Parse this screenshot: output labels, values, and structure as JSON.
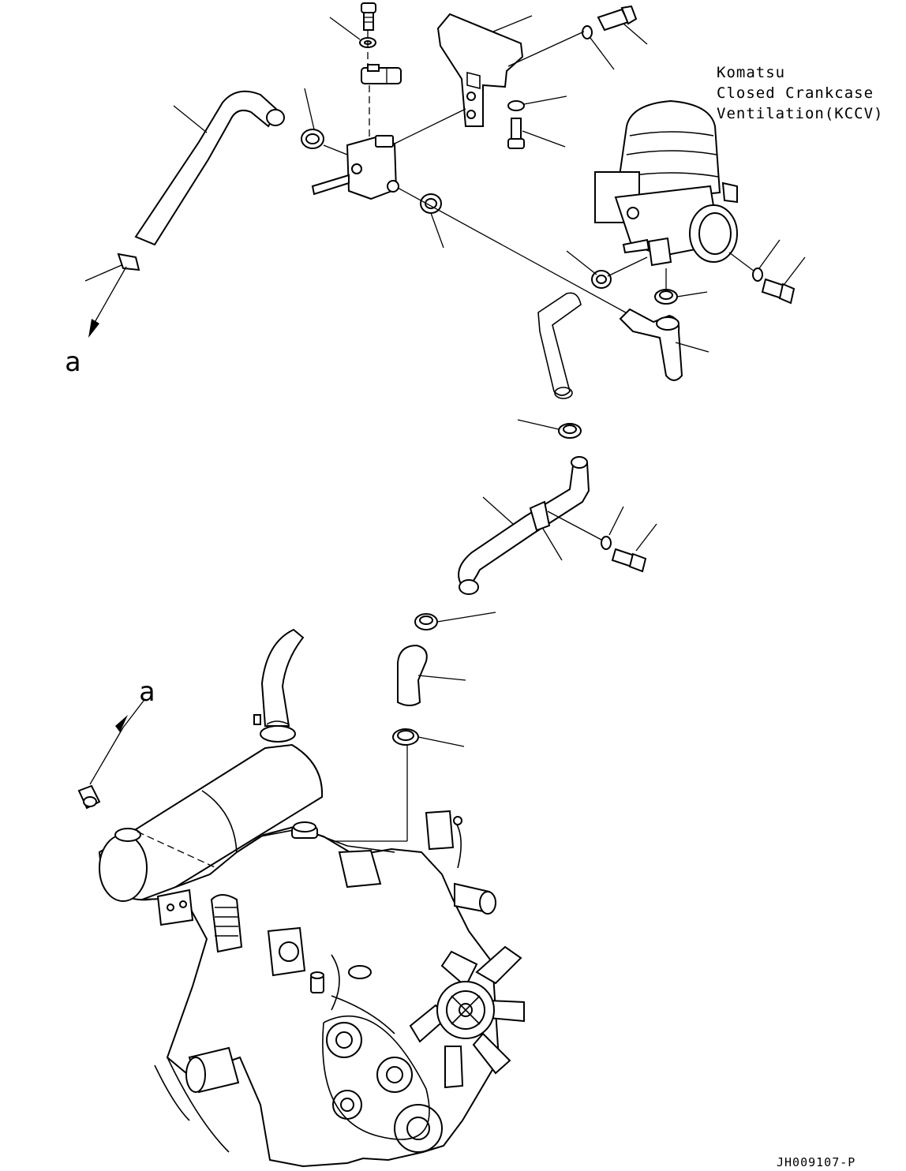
{
  "diagram": {
    "kccv_label": {
      "line1": "Komatsu",
      "line2": "Closed Crankcase",
      "line3": "Ventilation(KCCV)"
    },
    "view_ref_top": "a",
    "view_ref_bottom": "a",
    "drawing_code": "JH009107-P"
  }
}
